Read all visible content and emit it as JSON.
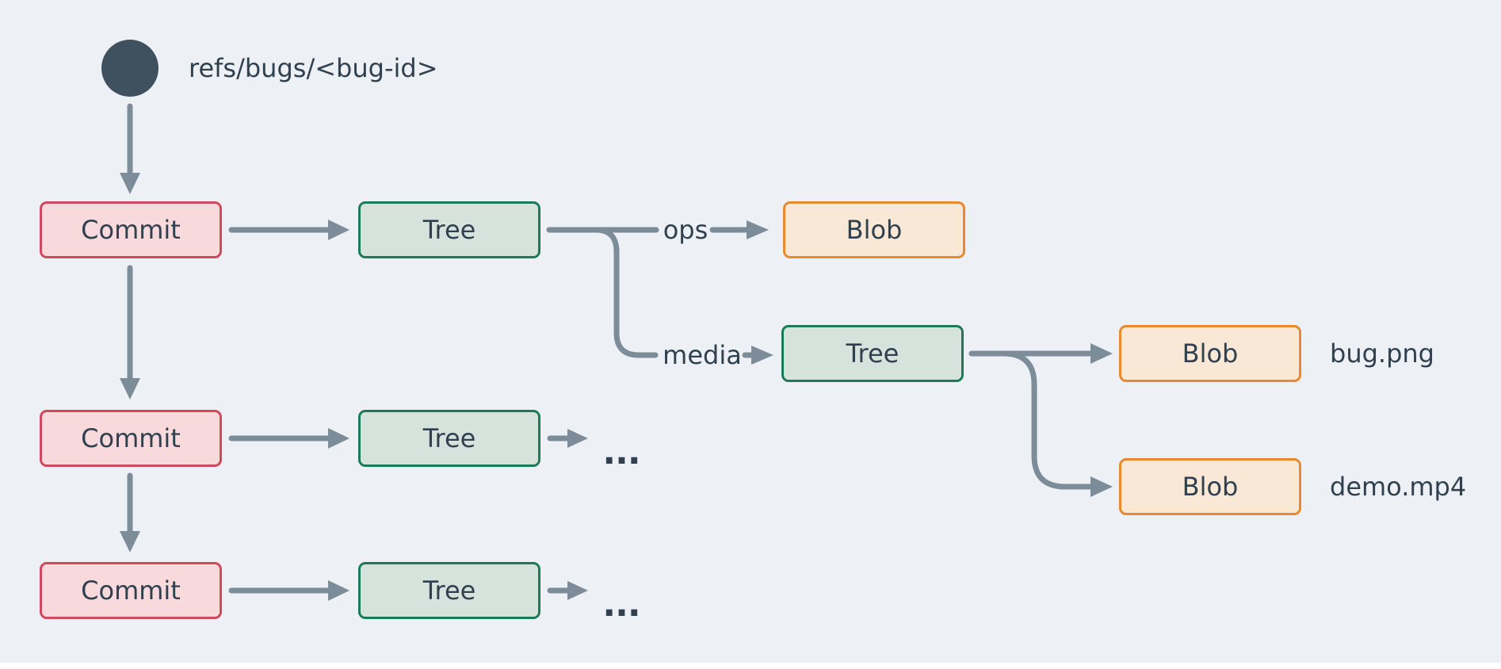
{
  "canvas": {
    "background": "#edf1f5"
  },
  "colors": {
    "bg": "#edf1f5",
    "text": "#30404f",
    "connector": "#7d8c99",
    "ref_dot": "#3f515f",
    "commit_fill": "#f8d9dc",
    "commit_border": "#d1495c",
    "tree_fill": "#d6e3dd",
    "tree_border": "#1b7b57",
    "blob_fill": "#fae8d7",
    "blob_border": "#e8892f"
  },
  "ref_pointer": {
    "label": "refs/bugs/<bug-id>"
  },
  "nodes": {
    "commits": [
      {
        "label": "Commit"
      },
      {
        "label": "Commit"
      },
      {
        "label": "Commit"
      }
    ],
    "trees": [
      {
        "label": "Tree"
      },
      {
        "label": "Tree"
      },
      {
        "label": "Tree"
      },
      {
        "label": "Tree"
      }
    ],
    "blobs": [
      {
        "label": "Blob"
      },
      {
        "label": "Blob"
      },
      {
        "label": "Blob"
      }
    ]
  },
  "edge_labels": {
    "ops": "ops",
    "media": "media"
  },
  "file_labels": {
    "bug": "bug.png",
    "demo": "demo.mp4"
  },
  "truncation_marks": [
    {
      "text": "..."
    },
    {
      "text": "..."
    }
  ]
}
